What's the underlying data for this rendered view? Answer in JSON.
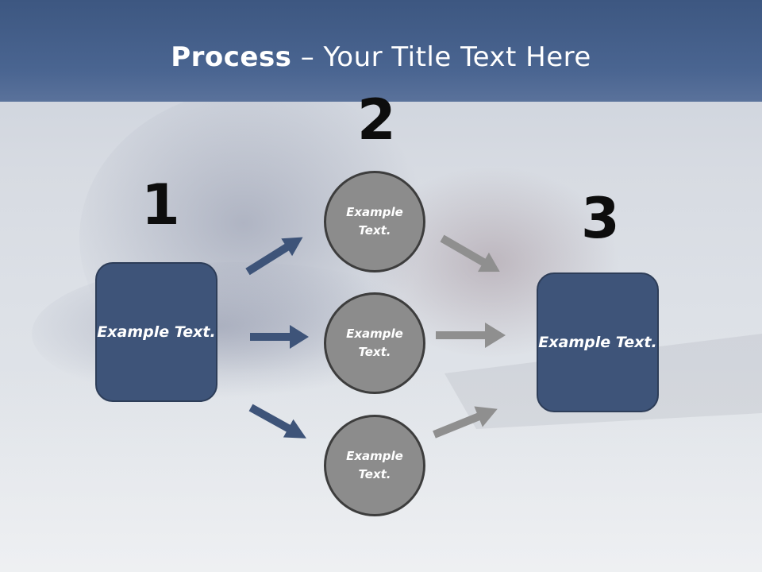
{
  "title": {
    "bold": "Process",
    "rest": " – Your Title Text Here"
  },
  "steps": {
    "step1": {
      "number": "1",
      "text": "Example Text."
    },
    "step2": {
      "number": "2"
    },
    "step3": {
      "number": "3",
      "text": "Example Text."
    }
  },
  "circles": [
    {
      "text": "Example Text."
    },
    {
      "text": "Example Text."
    },
    {
      "text": "Example Text."
    }
  ],
  "colors": {
    "header": "#4a6591",
    "box_fill": "#3e5479",
    "circle_fill": "#8c8c8c",
    "arrow_blue": "#3e5479",
    "arrow_gray": "#8f8f8f"
  }
}
